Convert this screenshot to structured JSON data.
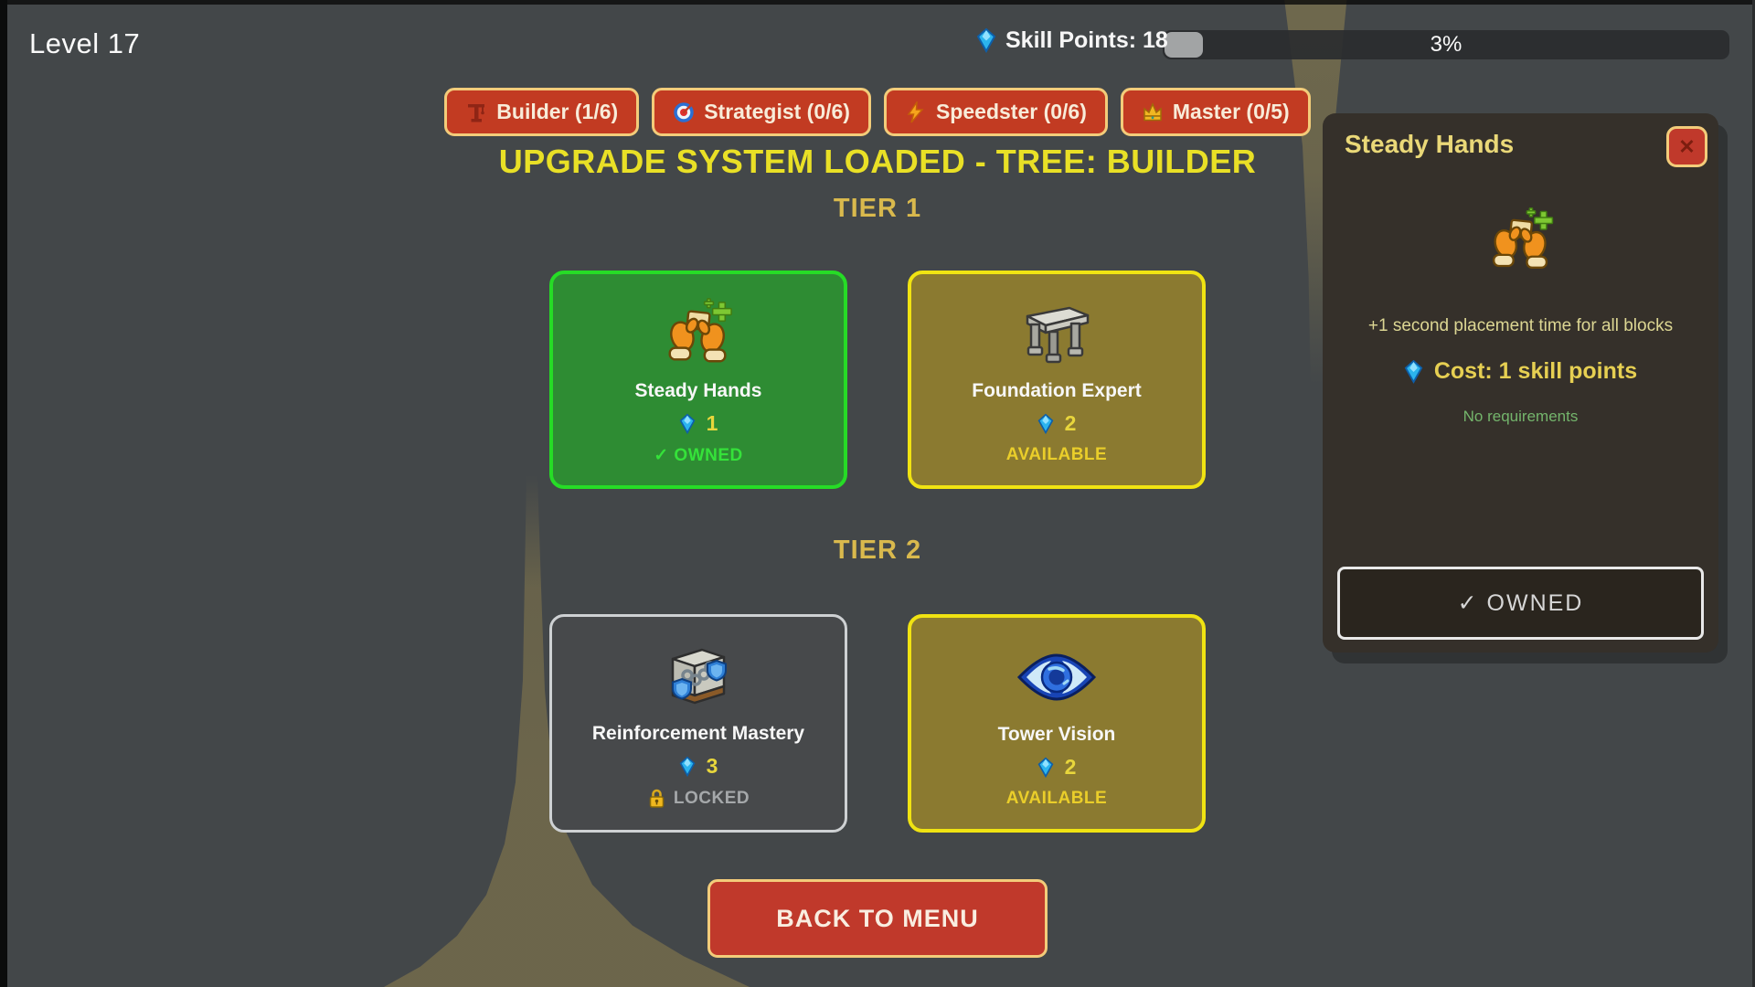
{
  "header": {
    "level": "Level 17",
    "skill_points": "Skill Points: 18",
    "percent": "3%"
  },
  "tabs": [
    {
      "label": "Builder (1/6)",
      "icon": "crane-icon"
    },
    {
      "label": "Strategist (0/6)",
      "icon": "target-icon"
    },
    {
      "label": "Speedster (0/6)",
      "icon": "lightning-icon"
    },
    {
      "label": "Master (0/5)",
      "icon": "crown-icon"
    }
  ],
  "title": "UPGRADE SYSTEM LOADED - TREE: BUILDER",
  "tiers": [
    {
      "label": "TIER 1",
      "cards": [
        {
          "name": "Steady Hands",
          "cost": "1",
          "status": "✓ OWNED",
          "state": "owned",
          "icon": "steady-hands-icon"
        },
        {
          "name": "Foundation Expert",
          "cost": "2",
          "status": "AVAILABLE",
          "state": "available",
          "icon": "foundation-icon"
        }
      ]
    },
    {
      "label": "TIER 2",
      "cards": [
        {
          "name": "Reinforcement Mastery",
          "cost": "3",
          "status": "LOCKED",
          "state": "locked",
          "icon": "reinforced-block-icon"
        },
        {
          "name": "Tower Vision",
          "cost": "2",
          "status": "AVAILABLE",
          "state": "available",
          "icon": "eye-icon"
        }
      ]
    }
  ],
  "detail_panel": {
    "title": "Steady Hands",
    "icon": "steady-hands-icon",
    "description": "+1 second placement time for all blocks",
    "cost": "Cost: 1 skill points",
    "requirements": "No requirements",
    "owned_button": "✓ OWNED",
    "close": "✕"
  },
  "back_button": "BACK TO MENU",
  "colors": {
    "background": "#434749",
    "tab_red": "#c23b22",
    "tab_border": "#f3cc7a",
    "title_yellow": "#e9e026",
    "tier_gold": "#d9b94d",
    "owned_bg": "#2e8c33",
    "owned_border": "#26dc26",
    "owned_text": "#35e23a",
    "available_bg": "#8b7a30",
    "available_border": "#f0e312",
    "available_text": "#eace2a",
    "locked_bg": "#47494b",
    "locked_border": "#ced1d3",
    "locked_text": "#a5a8aa",
    "panel_bg": "#35302a",
    "gem_blue": "#2bb4ee",
    "cost_yellow": "#e8d63c",
    "requirements_green": "#74b56c",
    "button_red": "#c0392b",
    "silhouette_tan": "#716a4d"
  }
}
